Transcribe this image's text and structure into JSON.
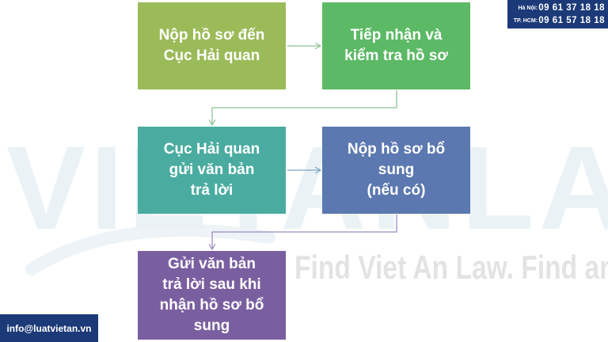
{
  "watermark": {
    "brand": "VIETANLAW",
    "slogan": "Find Viet An Law. Find answers."
  },
  "flowchart": {
    "steps": [
      {
        "id": "box1",
        "label": "Nộp hồ sơ đến\nCục Hải quan",
        "color": "#9bbb59"
      },
      {
        "id": "box2",
        "label": "Tiếp nhận và\nkiểm tra hồ sơ",
        "color": "#5cb965"
      },
      {
        "id": "box3",
        "label": "Cục Hải quan\ngửi văn bản\ntrả lời",
        "color": "#4aaca0"
      },
      {
        "id": "box4",
        "label": "Nộp hồ sơ bổ\nsung\n(nếu có)",
        "color": "#5b78b0"
      },
      {
        "id": "box5",
        "label": "Gửi văn bản\ntrả lời sau khi\nnhận hồ sơ bổ\nsung",
        "color": "#7a5fa0"
      }
    ],
    "arrow_color": "#8fc294"
  },
  "hotline": {
    "rows": [
      {
        "city": "Hà Nội:",
        "number": "09 61 37 18 18"
      },
      {
        "city": "TP. HCM:",
        "number": "09 61 57 18 18"
      }
    ],
    "background": "#1c3a78"
  },
  "contact": {
    "email": "info@luatvietan.vn",
    "background": "#1c3a78"
  }
}
